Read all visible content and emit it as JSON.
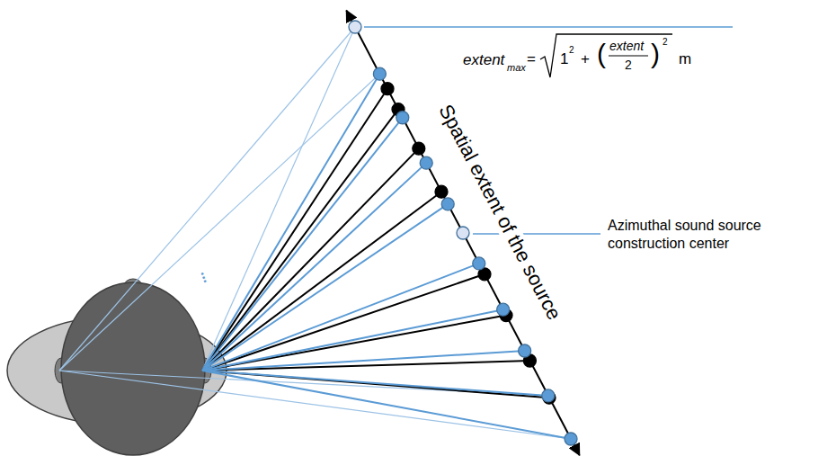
{
  "diagram": {
    "labels": [
      "extent",
      "max",
      "=",
      "1",
      "2",
      "+",
      "(",
      "extent",
      "2",
      ")",
      "2",
      "m",
      "Spatial extent of the source",
      "Azimuthal sound source construction center",
      "..."
    ]
  }
}
